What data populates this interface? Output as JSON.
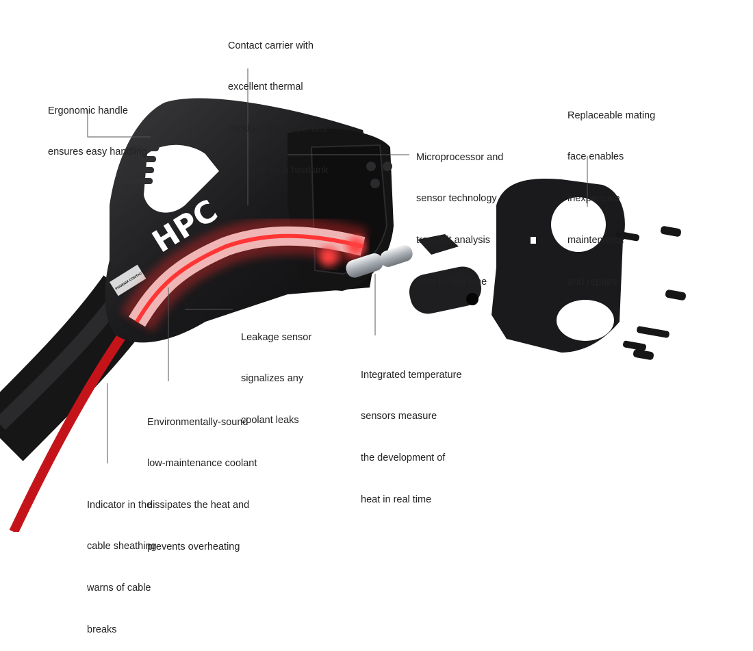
{
  "brand_colors": {
    "housing": "#1b1b1d",
    "coolant_glow": "#ff2a2a",
    "cable_stripe": "#c4141a",
    "metal_contact": "#c9cdd2",
    "leader_line": "#555555"
  },
  "product": {
    "handle_marking": "HPC",
    "logo_text": "PHOENIX CONTACT"
  },
  "callouts": {
    "contact_carrier": [
      "Contact carrier with",
      "excellent thermal",
      "conductivity properties",
      "also acts as a heatsink"
    ],
    "ergonomic_handle": [
      "Ergonomic handle",
      "ensures easy handling"
    ],
    "replaceable_face": [
      "Replaceable mating",
      "face enables",
      "inexpensive",
      "maintenance",
      "and repairs"
    ],
    "microprocessor": [
      "Microprocessor and",
      "sensor technology",
      "transmit analysis",
      "data in real time"
    ],
    "leakage_sensor": [
      "Leakage sensor",
      "signalizes any",
      "coolant leaks"
    ],
    "temperature_sensors": [
      "Integrated temperature",
      "sensors measure",
      "the development of",
      "heat in real time"
    ],
    "coolant": [
      "Environmentally-sound",
      "low-maintenance coolant",
      "dissipates the heat and",
      "prevents overheating"
    ],
    "cable_indicator": [
      "Indicator in the",
      "cable sheathing",
      "warns of cable",
      "breaks"
    ]
  }
}
